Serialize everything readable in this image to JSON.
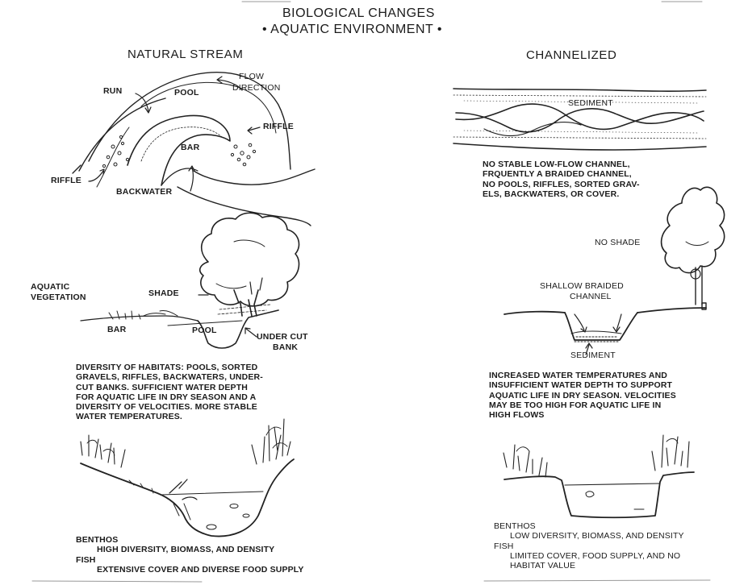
{
  "header": {
    "title_line1": "BIOLOGICAL CHANGES",
    "title_line2": "• AQUATIC ENVIRONMENT •",
    "left_heading": "NATURAL STREAM",
    "right_heading": "CHANNELIZED"
  },
  "natural_plan": {
    "run": "RUN",
    "pool": "POOL",
    "flow_line1": "FLOW",
    "flow_line2": "DIRECTION",
    "riffle_right": "RIFFLE",
    "bar": "BAR",
    "riffle_left": "RIFFLE",
    "backwater": "BACKWATER"
  },
  "natural_section": {
    "aquatic_line1": "AQUATIC",
    "aquatic_line2": "VEGETATION",
    "shade": "SHADE",
    "bar": "BAR",
    "pool": "POOL",
    "undercut_line1": "UNDER CUT",
    "undercut_line2": "BANK",
    "description": [
      "DIVERSITY OF HABITATS: POOLS, SORTED",
      "GRAVELS, RIFFLES, BACKWATERS, UNDER-",
      "CUT BANKS. SUFFICIENT WATER DEPTH",
      "FOR AQUATIC LIFE IN DRY SEASON AND A",
      "DIVERSITY OF VELOCITIES. MORE STABLE",
      "WATER TEMPERATURES."
    ]
  },
  "natural_benthos": {
    "benthos": "BENTHOS",
    "benthos_desc": "HIGH DIVERSITY, BIOMASS, AND DENSITY",
    "fish": "FISH",
    "fish_desc": "EXTENSIVE COVER AND DIVERSE FOOD SUPPLY"
  },
  "channel_plan": {
    "sediment": "SEDIMENT",
    "description": [
      "NO STABLE LOW-FLOW CHANNEL,",
      "FRQUENTLY A BRAIDED CHANNEL,",
      "NO POOLS, RIFFLES, SORTED GRAV-",
      "ELS, BACKWATERS, OR COVER."
    ]
  },
  "channel_section": {
    "no_shade": "NO SHADE",
    "braided_line1": "SHALLOW BRAIDED",
    "braided_line2": "CHANNEL",
    "sediment": "SEDIMENT",
    "description": [
      "INCREASED WATER TEMPERATURES AND",
      "INSUFFICIENT WATER DEPTH TO SUPPORT",
      "AQUATIC LIFE IN DRY SEASON. VELOCITIES",
      "MAY BE TOO HIGH FOR AQUATIC LIFE IN",
      "HIGH FLOWS"
    ]
  },
  "channel_benthos": {
    "benthos": "BENTHOS",
    "benthos_desc": "LOW DIVERSITY, BIOMASS, AND DENSITY",
    "fish": "FISH",
    "fish_desc_line1": "LIMITED COVER, FOOD SUPPLY, AND NO",
    "fish_desc_line2": "HABITAT VALUE"
  }
}
